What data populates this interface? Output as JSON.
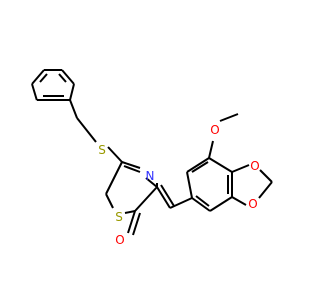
{
  "molecule": {
    "atoms": {
      "s_thioether": "S",
      "n_ring": "N",
      "s_ring": "S",
      "o_carbonyl": "O",
      "o_methoxy": "O",
      "o_dioxole_upper": "O",
      "o_dioxole_lower": "O"
    },
    "colors": {
      "bond": "#000000",
      "sulfur": "#999900",
      "nitrogen": "#3333ff",
      "oxygen": "#ff0000"
    }
  }
}
